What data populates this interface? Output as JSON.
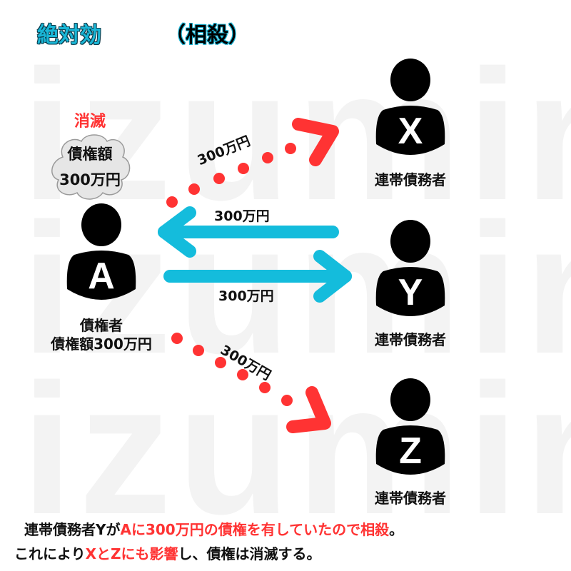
{
  "watermark": {
    "text": "izumin"
  },
  "title": {
    "main": "絶対効",
    "sub": "（相殺）",
    "main_color": "#1ab6d6"
  },
  "creditor": {
    "letter": "A",
    "role": "債権者",
    "claim": "債権額300万円",
    "extinguished_label": "消滅",
    "cloud_line1": "債権額",
    "cloud_line2": "300万円"
  },
  "debtors": [
    {
      "letter": "X",
      "role": "連帯債務者"
    },
    {
      "letter": "Y",
      "role": "連帯債務者"
    },
    {
      "letter": "Z",
      "role": "連帯債務者"
    }
  ],
  "flows": {
    "a_to_x": {
      "amount": "300万円",
      "style": "dotted",
      "color": "#ff3333"
    },
    "y_to_a": {
      "amount": "300万円",
      "style": "solid",
      "color": "#14bcdc"
    },
    "a_to_y": {
      "amount": "300万円",
      "style": "solid",
      "color": "#14bcdc"
    },
    "a_to_z": {
      "amount": "300万円",
      "style": "dotted",
      "color": "#ff3333"
    }
  },
  "description": {
    "line1": [
      {
        "text": "連帯債務者Yが",
        "highlight": false
      },
      {
        "text": "Aに300万円の債権を有していたので相殺",
        "highlight": true
      },
      {
        "text": "。",
        "highlight": false
      }
    ],
    "line2": [
      {
        "text": "これにより",
        "highlight": false
      },
      {
        "text": "XとZにも影響",
        "highlight": true
      },
      {
        "text": "し、債権は消滅する。",
        "highlight": false
      }
    ]
  },
  "colors": {
    "accent_blue": "#14bcdc",
    "accent_red": "#ff3333",
    "text": "#111111",
    "watermark": "#f3f3f3"
  }
}
